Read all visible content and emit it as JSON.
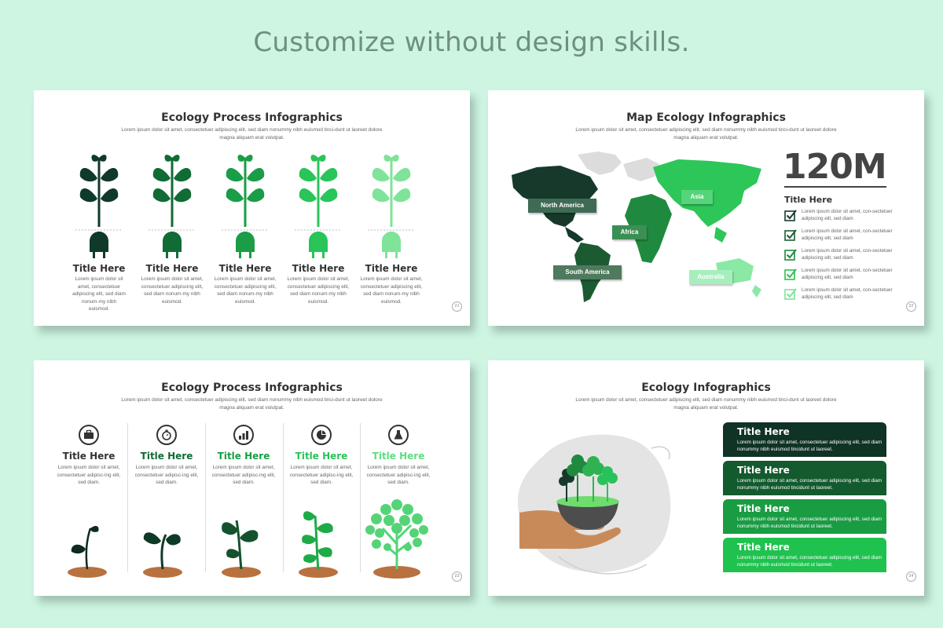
{
  "headline": "Customize without design skills.",
  "lorem_sub": "Lorem ipsum dolor sit amet, consectetuer adipiscing elit, sed diam nonummy nibh euismod tinci-dunt ut laoreet dolore magna aliquam erat volutpat.",
  "slide1": {
    "title": "Ecology Process Infographics",
    "page": "21",
    "columns": [
      {
        "title": "Title Here",
        "text": "Lorem ipsum dolor sit amet, consectetuer adipiscing elit, sed diam nonum-my nibh euismod.",
        "color": "#0f3a2a"
      },
      {
        "title": "Title Here",
        "text": "Lorem ipsum dolor sit amet, consectetuer adipiscing elit, sed diam nonum-my nibh euismod.",
        "color": "#106b35"
      },
      {
        "title": "Title Here",
        "text": "Lorem ipsum dolor sit amet, consectetuer adipiscing elit, sed diam nonum-my nibh euismod.",
        "color": "#1a9d46"
      },
      {
        "title": "Title Here",
        "text": "Lorem ipsum dolor sit amet, consectetuer adipiscing elit, sed diam nonum-my nibh euismod.",
        "color": "#29c45a"
      },
      {
        "title": "Title Here",
        "text": "Lorem ipsum dolor sit amet, consectetuer adipiscing elit, sed diam nonum-my nibh euismod.",
        "color": "#7fe39a"
      }
    ]
  },
  "slide2": {
    "title": "Map Ecology Infographics",
    "page": "22",
    "big_number": "120M",
    "check_title": "Title Here",
    "regions": {
      "north_america": "North America",
      "south_america": "South America",
      "africa": "Africa",
      "asia": "Asia",
      "australia": "Australia"
    },
    "checks": [
      {
        "text": "Lorem ipsum dolor sit amet, con-sectetuer adipiscing elit, sed diam",
        "color": "#1a3a2c"
      },
      {
        "text": "Lorem ipsum dolor sit amet, con-sectetuer adipiscing elit, sed diam",
        "color": "#1b5e34"
      },
      {
        "text": "Lorem ipsum dolor sit amet, con-sectetuer adipiscing elit, sed diam",
        "color": "#1f8a3f"
      },
      {
        "text": "Lorem ipsum dolor sit amet, con-sectetuer adipiscing elit, sed diam",
        "color": "#2fbf55"
      },
      {
        "text": "Lorem ipsum dolor sit amet, con-sectetuer adipiscing elit, sed diam",
        "color": "#7fe39a"
      }
    ]
  },
  "slide3": {
    "title": "Ecology Process Infographics",
    "page": "23",
    "columns": [
      {
        "title": "Title Here",
        "text": "Lorem ipsum dolor sit amet, consectetuer adipisc-ing elit, sed diam.",
        "color": "#222222",
        "icon": "briefcase-icon"
      },
      {
        "title": "Title Here",
        "text": "Lorem ipsum dolor sit amet, consectetuer adipisc-ing elit, sed diam.",
        "color": "#106b35",
        "icon": "stopwatch-icon"
      },
      {
        "title": "Title Here",
        "text": "Lorem ipsum dolor sit amet, consectetuer adipisc-ing elit, sed diam.",
        "color": "#1a9d46",
        "icon": "bar-chart-icon"
      },
      {
        "title": "Title Here",
        "text": "Lorem ipsum dolor sit amet, consectetuer adipisc-ing elit, sed diam.",
        "color": "#29c45a",
        "icon": "pie-chart-icon"
      },
      {
        "title": "Title Here",
        "text": "Lorem ipsum dolor sit amet, consectetuer adipisc-ing elit, sed diam.",
        "color": "#5fdc80",
        "icon": "flask-icon"
      }
    ]
  },
  "slide4": {
    "title": "Ecology Infographics",
    "page": "24",
    "bars": [
      {
        "title": "Title Here",
        "text": "Lorem ipsum dolor sit amet, consectetuer adipiscing elit, sed diam nonummy nibh euismod tincidunt ut laoreet.",
        "color": "#0f3325"
      },
      {
        "title": "Title Here",
        "text": "Lorem ipsum dolor sit amet, consectetuer adipiscing elit, sed diam nonummy nibh euismod tincidunt ut laoreet.",
        "color": "#135a2e"
      },
      {
        "title": "Title Here",
        "text": "Lorem ipsum dolor sit amet, consectetuer adipiscing elit, sed diam nonummy nibh euismod tincidunt ut laoreet.",
        "color": "#1a9c43"
      },
      {
        "title": "Title Here",
        "text": "Lorem ipsum dolor sit amet, consectetuer adipiscing elit, sed diam nonummy nibh euismod tincidunt ut laoreet.",
        "color": "#1fc24f"
      }
    ]
  }
}
